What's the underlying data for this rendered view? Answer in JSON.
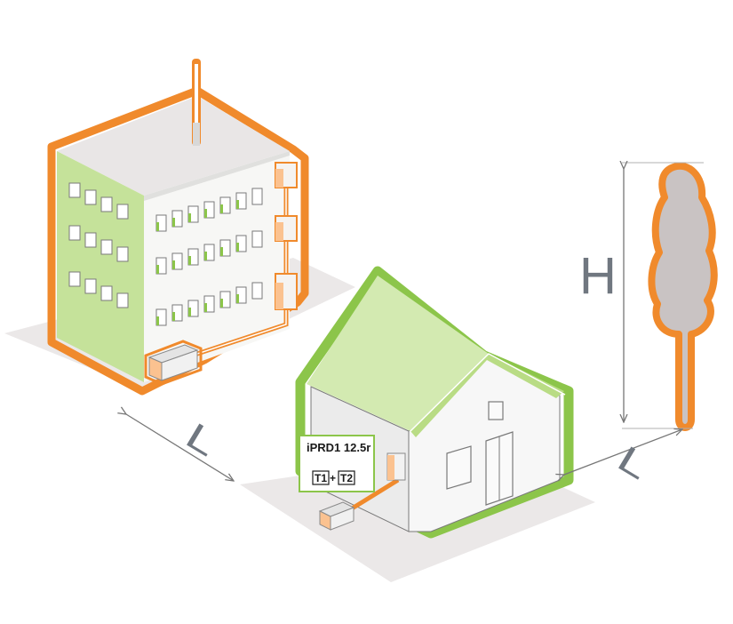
{
  "colors": {
    "orange": "#f08a2c",
    "green": "#8cc54a",
    "light_green": "#cde7a4",
    "gray_text": "#707780",
    "ground": "#ebe8e8"
  },
  "icons": {
    "apartment": "apartment-building-icon",
    "house": "house-icon",
    "tree": "tree-icon",
    "antenna": "antenna-icon"
  },
  "labels": {
    "height": "H",
    "distance_left": "L",
    "distance_right": "L"
  },
  "device_box": {
    "title": "iPRD1 12.5r",
    "t1": "T1",
    "plus": "+",
    "t2": "T2"
  }
}
